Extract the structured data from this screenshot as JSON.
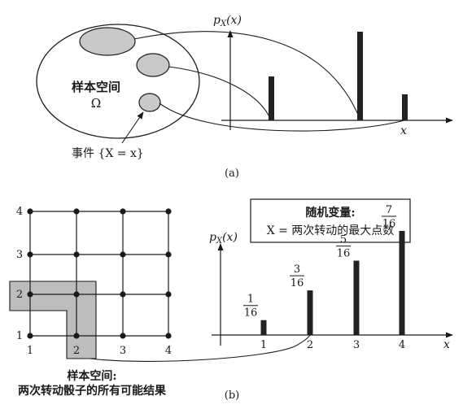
{
  "panel_a": {
    "sample_space_label": "样本空间",
    "omega": "Ω",
    "event_label": "事件 {X = x}",
    "y_axis_label": "p",
    "y_axis_sub": "X",
    "y_axis_arg": "(x)",
    "x_axis_label": "x",
    "caption": "(a)"
  },
  "panel_b": {
    "grid_x_ticks": [
      "1",
      "2",
      "3",
      "4"
    ],
    "grid_y_ticks": [
      "1",
      "2",
      "3",
      "4"
    ],
    "sample_space_line1": "样本空间:",
    "sample_space_line2": "两次转动骰子的所有可能结果",
    "box_title": "随机变量:",
    "box_text": "X = 两次转动的最大点数",
    "y_axis_label": "p",
    "y_axis_sub": "X",
    "y_axis_arg": "(x)",
    "x_axis_label": "x",
    "caption": "(b)"
  },
  "chart_data": {
    "type": "bar",
    "categories": [
      "1",
      "2",
      "3",
      "4"
    ],
    "numerators": [
      "1",
      "3",
      "5",
      "7"
    ],
    "denominators": [
      "16",
      "16",
      "16",
      "16"
    ],
    "values": [
      0.0625,
      0.1875,
      0.3125,
      0.4375
    ],
    "ylim": [
      0,
      0.5
    ],
    "ylabel": "pX(x)",
    "xlabel": "x"
  }
}
